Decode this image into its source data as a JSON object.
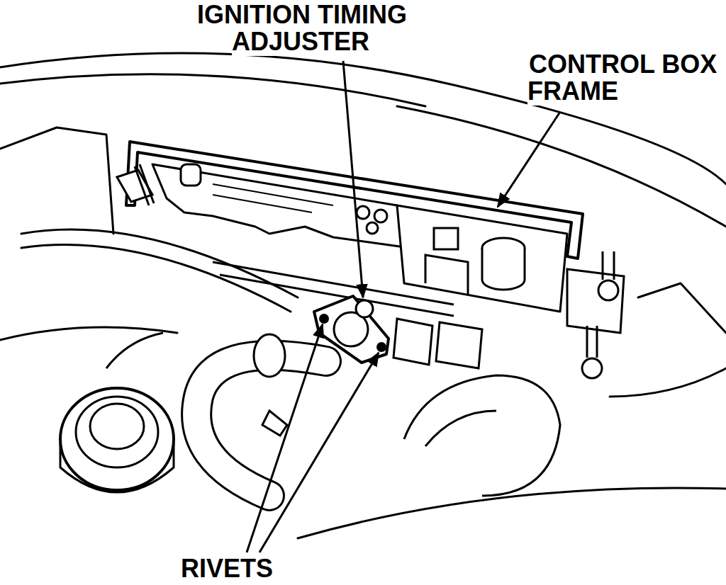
{
  "diagram": {
    "labels": [
      "IGNITION TIMING ADJUSTER",
      "CONTROL BOX FRAME",
      "RIVETS"
    ]
  }
}
